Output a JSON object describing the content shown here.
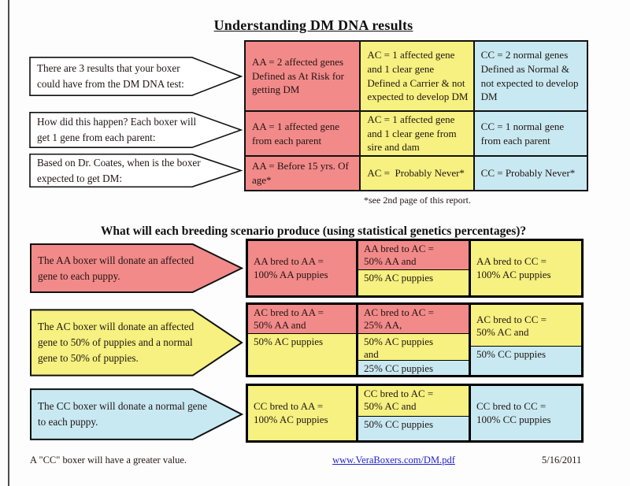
{
  "page": {
    "title": "Understanding DM DNA results",
    "footnote": "*see 2nd page of this report.",
    "subtitle": "What will each breeding scenario produce (using statistical genetics percentages)?",
    "footer": {
      "note": "A \"CC\" boxer will have a greater value.",
      "link": "www.VeraBoxers.com/DM.pdf",
      "date": "5/16/2011"
    }
  },
  "colors": {
    "at_risk_red": "#f28a8a",
    "carrier_yellow": "#f6f180",
    "normal_blue": "#c8e9f2",
    "link_blue": "#2222cc"
  },
  "results": {
    "rows": [
      {
        "question": "There are 3 results that your boxer\ncould have from the DM DNA test:",
        "cells": [
          {
            "genotype": "AA",
            "color": "red",
            "text": "AA = 2 affected genes\nDefined as At Risk for\ngetting DM"
          },
          {
            "genotype": "AC",
            "color": "yellow",
            "text": "AC = 1 affected gene\nand 1 clear gene\nDefined a Carrier & not\nexpected to develop DM"
          },
          {
            "genotype": "CC",
            "color": "blue",
            "text": "CC = 2 normal genes\nDefined as Normal &\nnot expected to develop\nDM"
          }
        ]
      },
      {
        "question": "How did this happen? Each boxer will\nget 1 gene from each parent:",
        "cells": [
          {
            "genotype": "AA",
            "color": "red",
            "text": "AA = 1 affected gene\nfrom each parent"
          },
          {
            "genotype": "AC",
            "color": "yellow",
            "text": "AC = 1 affected gene\nand 1 clear gene from\nsire and dam"
          },
          {
            "genotype": "CC",
            "color": "blue",
            "text": "CC = 1 normal gene\nfrom each parent"
          }
        ]
      },
      {
        "question": "Based on Dr. Coates, when is the boxer\nexpected to get DM:",
        "cells": [
          {
            "genotype": "AA",
            "color": "red",
            "text": "AA = Before 15 yrs. Of\nage*"
          },
          {
            "genotype": "AC",
            "color": "yellow",
            "text": "AC =  Probably Never*"
          },
          {
            "genotype": "CC",
            "color": "blue",
            "text": "CC = Probably Never*"
          }
        ]
      }
    ]
  },
  "breeding": {
    "rows": [
      {
        "arrow_color": "red",
        "arrow_text": "The AA boxer will donate an affected\ngene to each puppy.",
        "cells": [
          {
            "parts": [
              {
                "color": "red",
                "text": "AA bred to AA =\n100% AA puppies"
              }
            ]
          },
          {
            "parts": [
              {
                "color": "red",
                "text": "AA bred to AC =\n50% AA and"
              },
              {
                "color": "yellow",
                "text": "50% AC puppies"
              }
            ]
          },
          {
            "parts": [
              {
                "color": "yellow",
                "text": "AA bred to CC =\n100% AC puppies"
              }
            ]
          }
        ]
      },
      {
        "arrow_color": "yellow",
        "arrow_text": "The AC boxer will donate an affected\ngene to 50% of puppies and a normal\ngene to 50% of puppies.",
        "cells": [
          {
            "parts": [
              {
                "color": "red",
                "text": "AC bred to AA =\n50% AA and"
              },
              {
                "color": "yellow",
                "text": "50% AC puppies"
              }
            ]
          },
          {
            "parts": [
              {
                "color": "red",
                "text": "AC bred to AC =\n25% AA,"
              },
              {
                "color": "yellow",
                "text": "50% AC puppies\nand"
              },
              {
                "color": "blue",
                "text": "25% CC puppies"
              }
            ]
          },
          {
            "parts": [
              {
                "color": "yellow",
                "text": "AC bred to CC =\n50% AC and"
              },
              {
                "color": "blue",
                "text": "50% CC puppies"
              }
            ]
          }
        ]
      },
      {
        "arrow_color": "blue",
        "arrow_text": "The CC boxer will donate a normal gene\nto each puppy.",
        "cells": [
          {
            "parts": [
              {
                "color": "yellow",
                "text": "CC bred to AA =\n100% AC puppies"
              }
            ]
          },
          {
            "parts": [
              {
                "color": "yellow",
                "text": "CC bred to AC =\n50% AC and"
              },
              {
                "color": "blue",
                "text": "50% CC puppies"
              }
            ]
          },
          {
            "parts": [
              {
                "color": "blue",
                "text": "CC bred to CC =\n100% CC puppies"
              }
            ]
          }
        ]
      }
    ]
  }
}
